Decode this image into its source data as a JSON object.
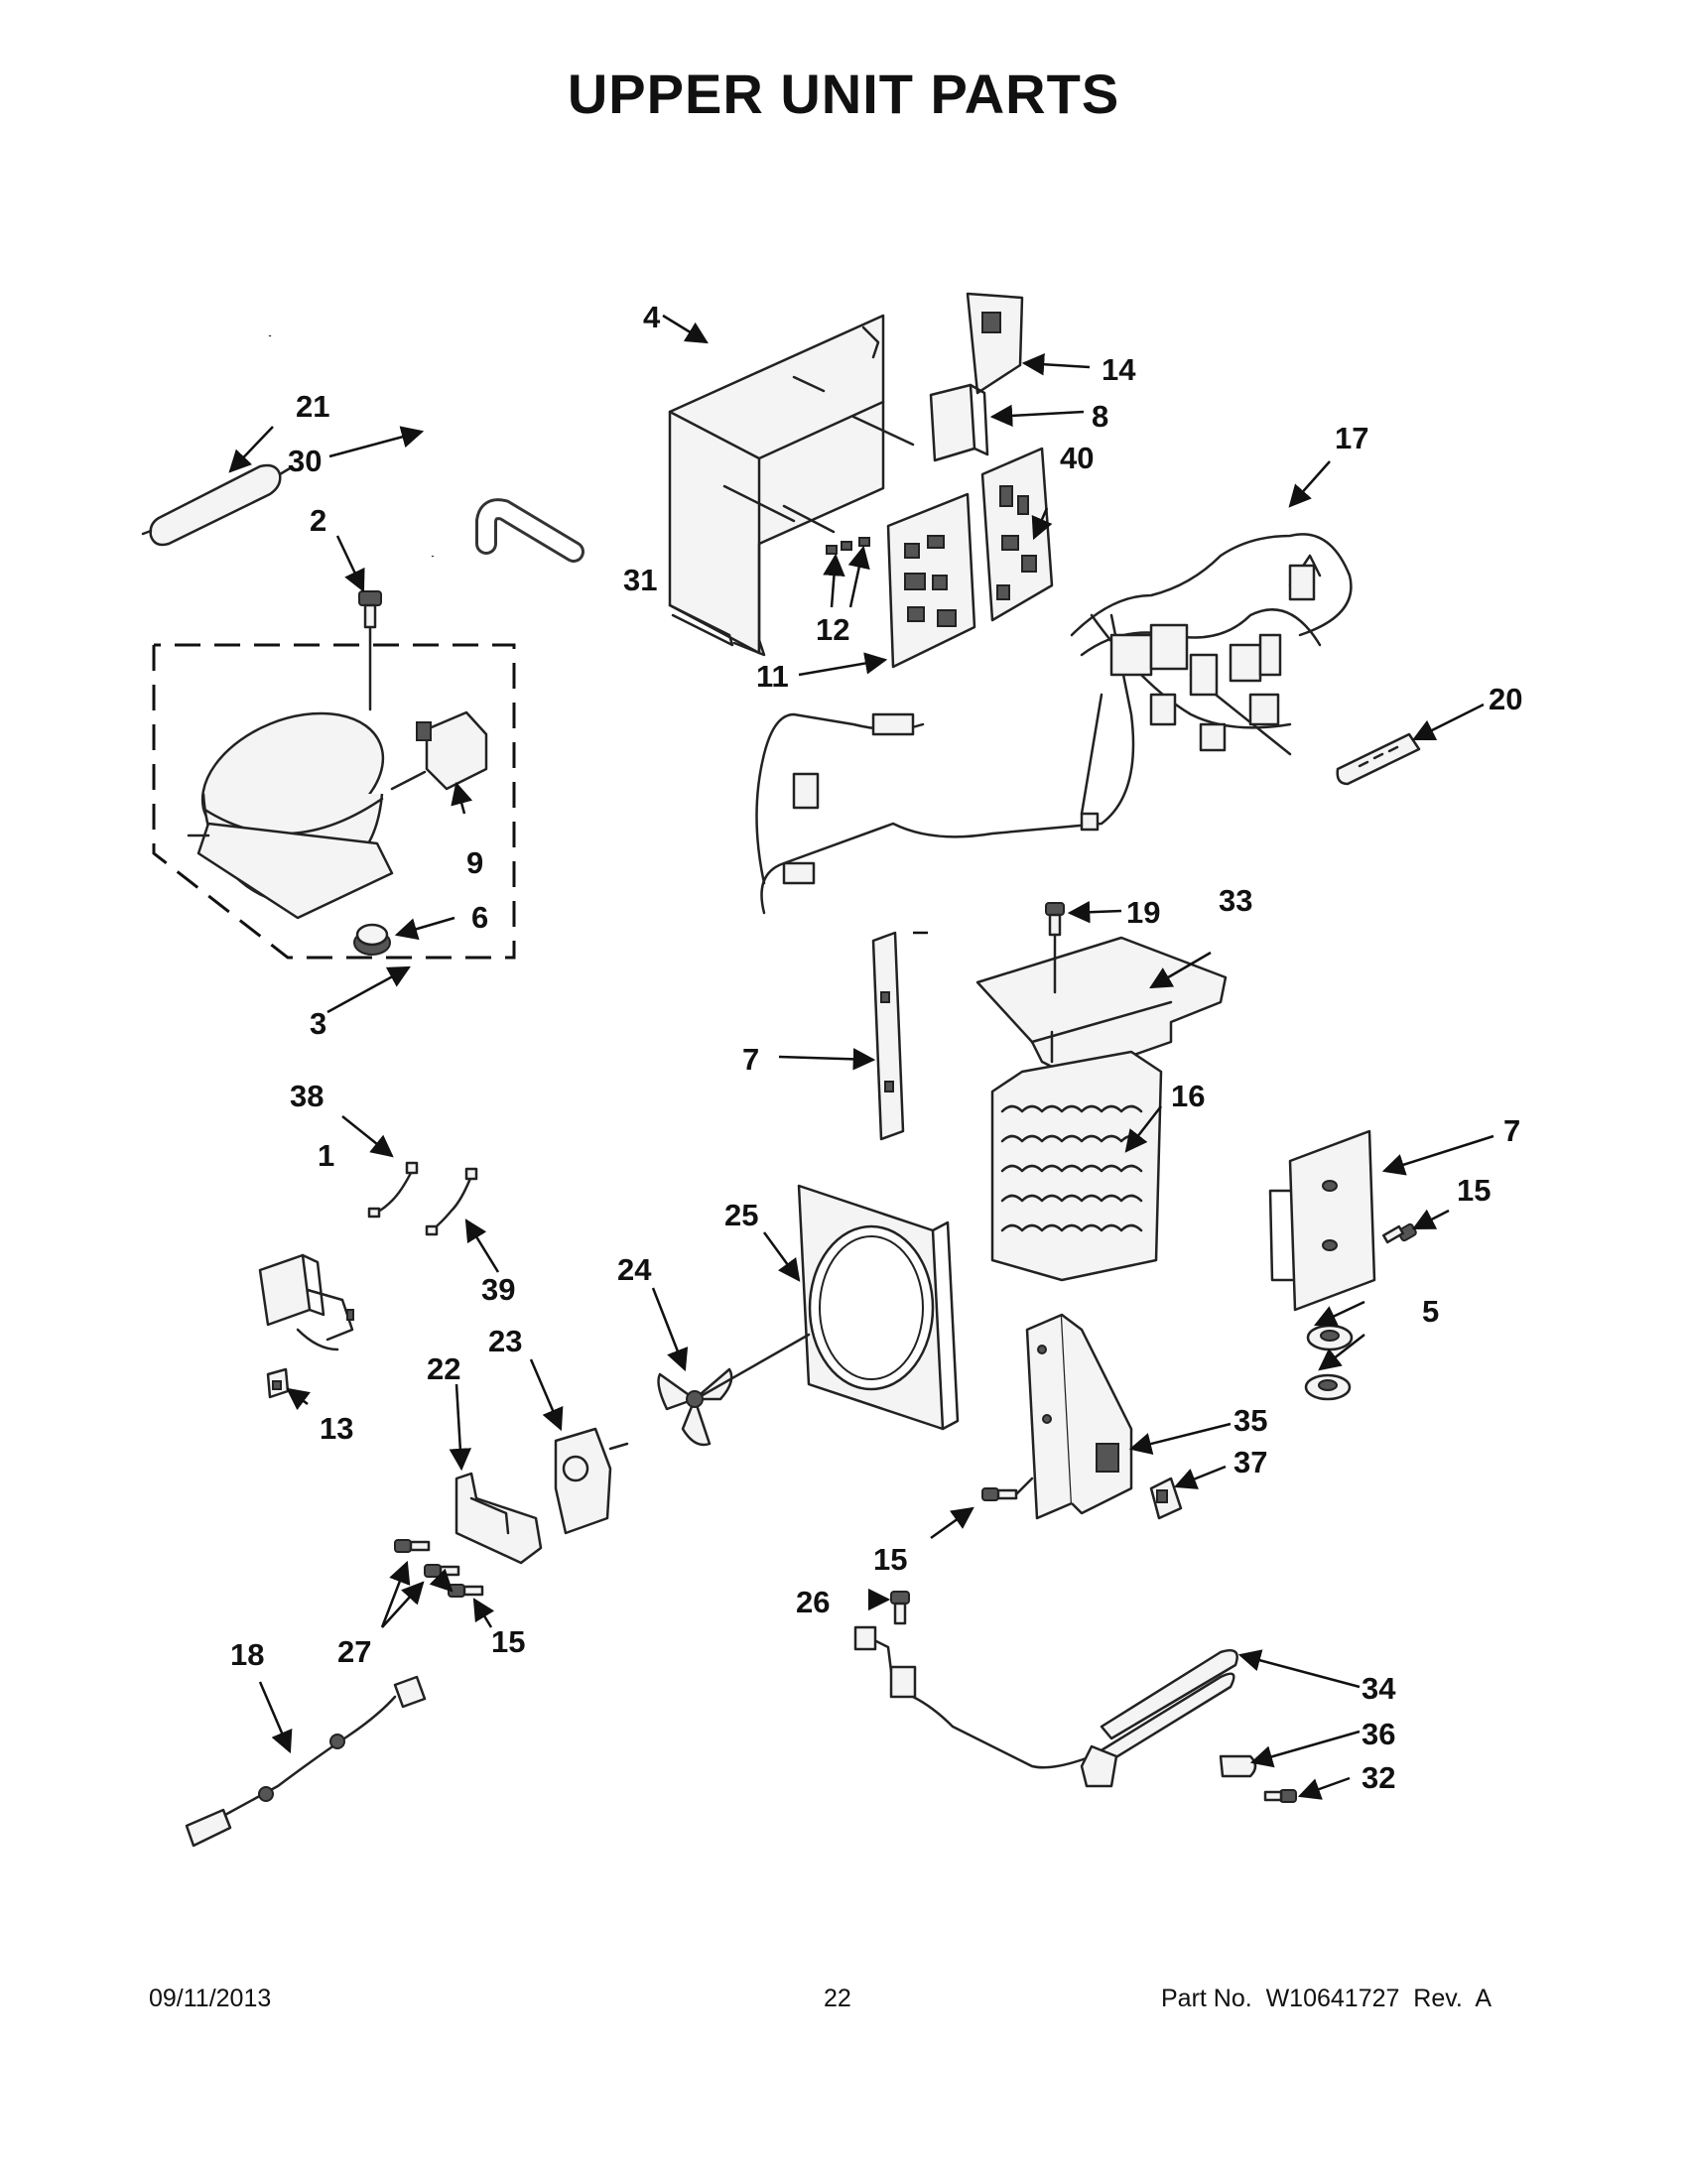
{
  "title": "UPPER UNIT PARTS",
  "footer": {
    "date": "09/11/2013",
    "page_number": "22",
    "part_number": "Part No.  W10641727  Rev.  A"
  },
  "callouts": {
    "c1": "1",
    "c2": "2",
    "c3": "3",
    "c4": "4",
    "c5": "5",
    "c6": "6",
    "c7a": "7",
    "c7b": "7",
    "c8": "8",
    "c9": "9",
    "c11": "11",
    "c12": "12",
    "c13": "13",
    "c14": "14",
    "c15a": "15",
    "c15b": "15",
    "c15c": "15",
    "c16": "16",
    "c17": "17",
    "c18": "18",
    "c19": "19",
    "c20": "20",
    "c21": "21",
    "c22": "22",
    "c23": "23",
    "c24": "24",
    "c25": "25",
    "c26": "26",
    "c27": "27",
    "c30": "30",
    "c31": "31",
    "c32": "32",
    "c33": "33",
    "c34": "34",
    "c35": "35",
    "c36": "36",
    "c37": "37",
    "c38": "38",
    "c39": "39",
    "c40": "40"
  }
}
